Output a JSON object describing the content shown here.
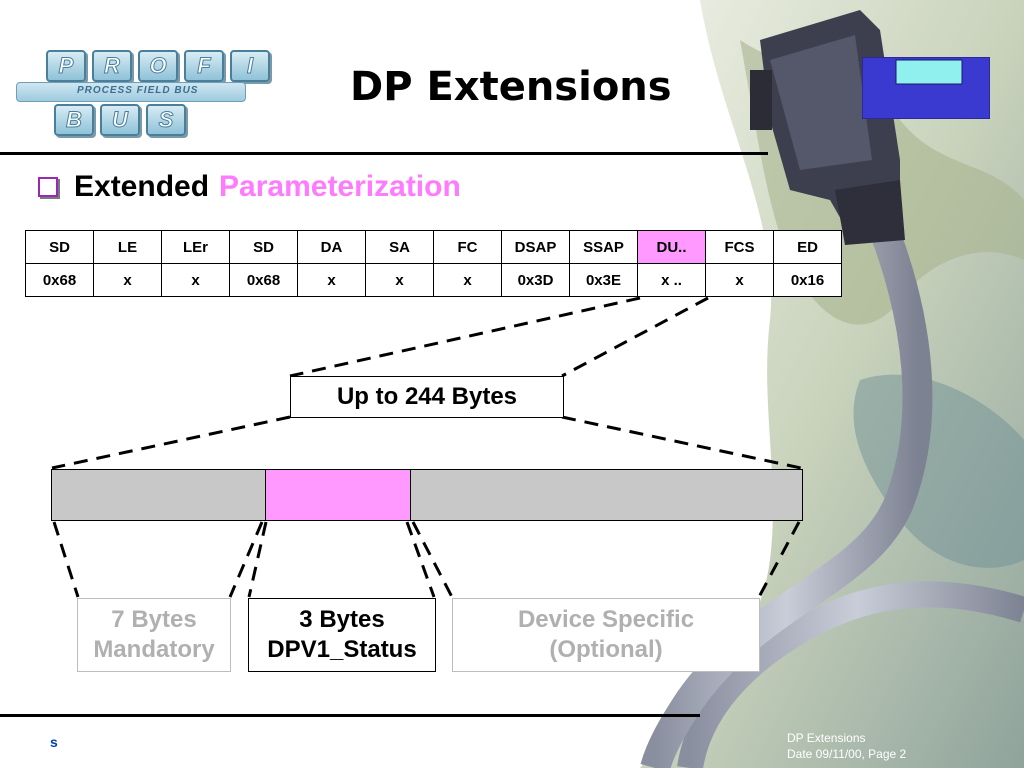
{
  "title": "DP Extensions",
  "logo": {
    "top_letters": [
      "P",
      "R",
      "O",
      "F",
      "I"
    ],
    "band_text": "PROCESS FIELD BUS",
    "bottom_letters": [
      "B",
      "U",
      "S"
    ]
  },
  "heading": {
    "plain": "Extended",
    "accent": "Parameterization"
  },
  "telegram": {
    "headers": [
      "SD",
      "LE",
      "LEr",
      "SD",
      "DA",
      "SA",
      "FC",
      "DSAP",
      "SSAP",
      "DU..",
      "FCS",
      "ED"
    ],
    "values": [
      "0x68",
      "x",
      "x",
      "0x68",
      "x",
      "x",
      "x",
      "0x3D",
      "0x3E",
      "x ..",
      "x",
      "0x16"
    ],
    "highlight_index": 9
  },
  "callout": "Up to 244 Bytes",
  "boxes": {
    "mandatory": [
      "7 Bytes",
      "Mandatory"
    ],
    "status": [
      "3 Bytes",
      "DPV1_Status"
    ],
    "device": [
      "Device Specific",
      "(Optional)"
    ]
  },
  "footer": {
    "left_mark": "s",
    "line1": "DP Extensions",
    "line2": "Date 09/11/00,  Page 2"
  },
  "colors": {
    "accent_pink": "#ff99ff",
    "heading_pink": "#ff7aff",
    "bullet_purple": "#9a27b8",
    "bar_grey": "#c8c8c8",
    "icon_blue": "#3a3ad0",
    "icon_cyan": "#8ff0ee"
  }
}
